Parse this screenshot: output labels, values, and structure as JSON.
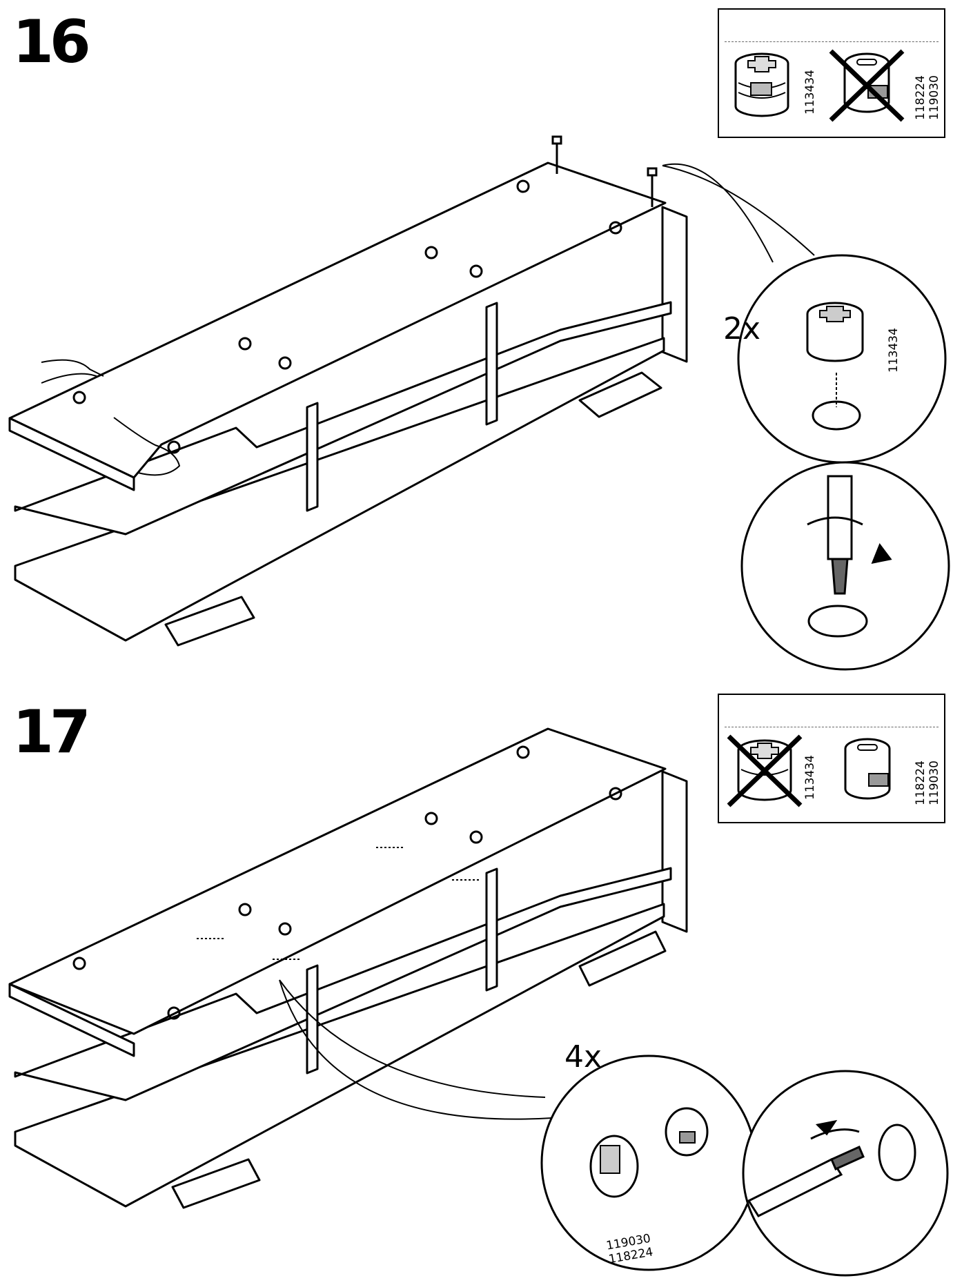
{
  "steps": [
    {
      "number": "16",
      "legend": {
        "allowed_part": "113434",
        "crossed_part": "118224\n119030"
      },
      "callout_count": "2x",
      "callout_part": "113434"
    },
    {
      "number": "17",
      "legend": {
        "crossed_part": "113434",
        "allowed_part": "118224\n119030"
      },
      "callout_count": "4x",
      "callout_part": "119030\n118224"
    }
  ]
}
